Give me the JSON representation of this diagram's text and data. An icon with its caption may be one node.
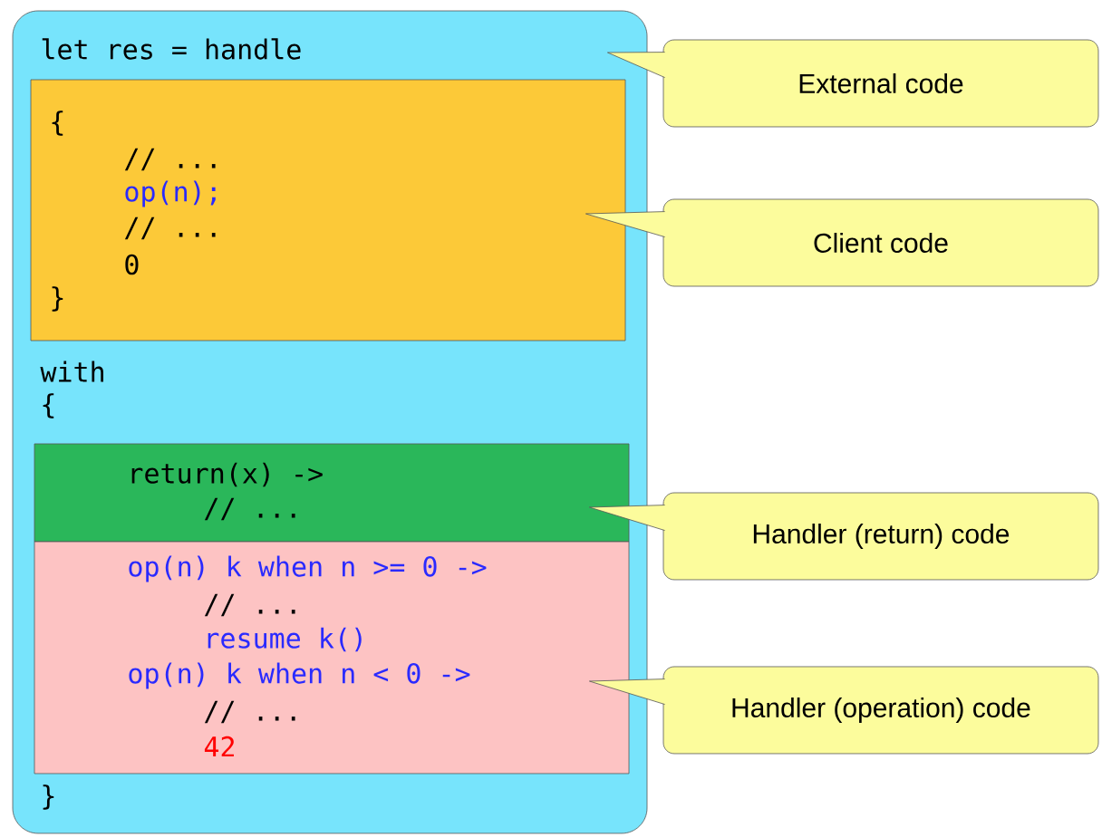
{
  "diagram": {
    "nodes": [
      {
        "text": [
          "let res = handle",
          "with",
          "{",
          "}"
        ]
      },
      {
        "text": [
          "{",
          "// ...",
          "op(n);",
          "// ...",
          "0",
          "}"
        ],
        "in": 0
      },
      {
        "text": [
          "return(x) ->",
          "// ..."
        ],
        "in": 0
      },
      {
        "text": [
          "op(n) k when n >= 0 ->",
          "// ...",
          "resume k()",
          "op(n) k when n < 0 ->",
          "// ...",
          "42"
        ],
        "in": 0
      },
      {
        "text": [
          "External code"
        ]
      },
      {
        "text": [
          "Client code"
        ]
      },
      {
        "text": [
          "Handler (return) code"
        ]
      },
      {
        "text": [
          "Handler (operation) code"
        ]
      }
    ],
    "edges": [
      {
        "from": 4,
        "to": 0,
        "arrow": "none"
      },
      {
        "from": 5,
        "to": 1,
        "arrow": "none"
      },
      {
        "from": 6,
        "to": 2,
        "arrow": "none"
      },
      {
        "from": 7,
        "to": 3,
        "arrow": "none"
      }
    ]
  }
}
